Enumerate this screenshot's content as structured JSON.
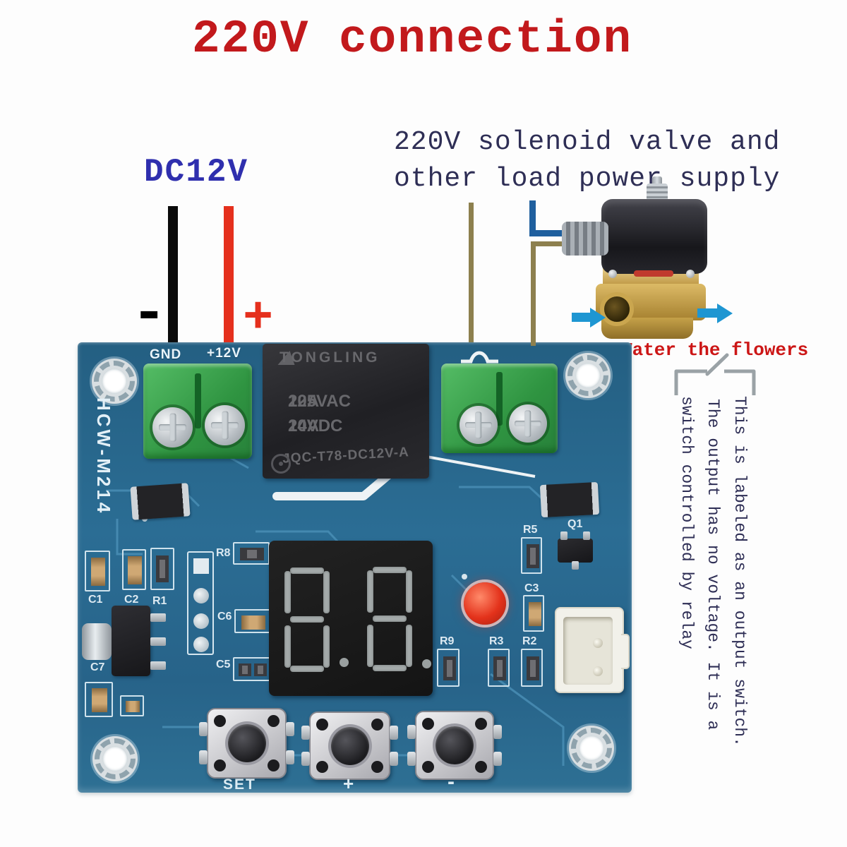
{
  "title": "220V connection",
  "power": {
    "label": "DC12V",
    "negative": "-",
    "positive": "+"
  },
  "load": {
    "line1": "220V solenoid valve and",
    "line2": "other load power supply"
  },
  "valve_caption": "Water the flowers",
  "note": {
    "line1": "This is labeled as an output switch.",
    "line2": "The output has no voltage. It is a",
    "line3": "switch controlled by relay"
  },
  "board": {
    "model": "HCW-M214",
    "terminal_labels": {
      "gnd": "GND",
      "v12": "+12V"
    },
    "relay": {
      "brand": "TONGLING",
      "rating_left1": "20A",
      "rating_right1": "125VAC",
      "rating_left2": "20A",
      "rating_right2": "14VDC",
      "part_number": "JQC-T78-DC12V-A"
    },
    "display": {
      "value": "88"
    },
    "labels": {
      "r8": "R8",
      "c6": "C6",
      "c5": "C5",
      "c1": "C1",
      "c2": "C2",
      "r1": "R1",
      "c7": "C7",
      "r9": "R9",
      "r3": "R3",
      "r2": "R2",
      "r5": "R5",
      "c3": "C3",
      "q1": "Q1"
    },
    "buttons": {
      "set": "SET",
      "plus": "+",
      "minus": "-"
    }
  },
  "colors": {
    "title_red": "#c2191c",
    "annotation_blue": "#2e2e55",
    "dc12v_blue": "#2f2fae",
    "caption_red": "#cc1616",
    "board_blue": "#276389",
    "terminal_green": "#3aa24c",
    "wire_red": "#e5301d",
    "wire_black": "#0b0b0b",
    "wire_olive": "#8d804e",
    "wire_blue": "#1f5f9e",
    "led_red": "#e3321b"
  }
}
